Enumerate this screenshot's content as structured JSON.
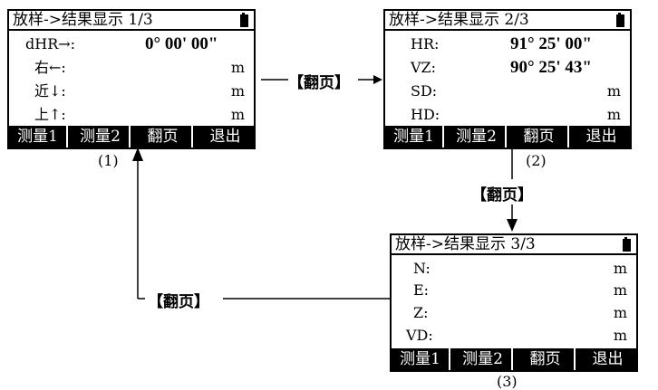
{
  "screens": [
    {
      "title": "放样->结果显示 1/3",
      "rows": [
        {
          "label": "dHR→:",
          "value": "0° 00' 00\"",
          "unit": ""
        },
        {
          "label": "右←:",
          "value": "",
          "unit": "m"
        },
        {
          "label": "近↓:",
          "value": "",
          "unit": "m"
        },
        {
          "label": "上↑:",
          "value": "",
          "unit": "m"
        }
      ],
      "softkeys": [
        "测量1",
        "测量2",
        "翻页",
        "退出"
      ],
      "caption": "(1)"
    },
    {
      "title": "放样->结果显示 2/3",
      "rows": [
        {
          "label": "HR:",
          "value": "91° 25' 00\"",
          "unit": ""
        },
        {
          "label": "VZ:",
          "value": "90° 25' 43\"",
          "unit": ""
        },
        {
          "label": "SD:",
          "value": "",
          "unit": "m"
        },
        {
          "label": "HD:",
          "value": "",
          "unit": "m"
        }
      ],
      "softkeys": [
        "测量1",
        "测量2",
        "翻页",
        "退出"
      ],
      "caption": "(2)"
    },
    {
      "title": "放样->结果显示 3/3",
      "rows": [
        {
          "label": "N:",
          "value": "",
          "unit": "m"
        },
        {
          "label": "E:",
          "value": "",
          "unit": "m"
        },
        {
          "label": "Z:",
          "value": "",
          "unit": "m"
        },
        {
          "label": "VD:",
          "value": "",
          "unit": "m"
        }
      ],
      "softkeys": [
        "测量1",
        "测量2",
        "翻页",
        "退出"
      ],
      "caption": "(3)"
    }
  ],
  "arrows": {
    "a12": "【翻页】",
    "a23": "【翻页】",
    "a31": "【翻页】"
  },
  "icons": {
    "battery": "battery-icon"
  }
}
